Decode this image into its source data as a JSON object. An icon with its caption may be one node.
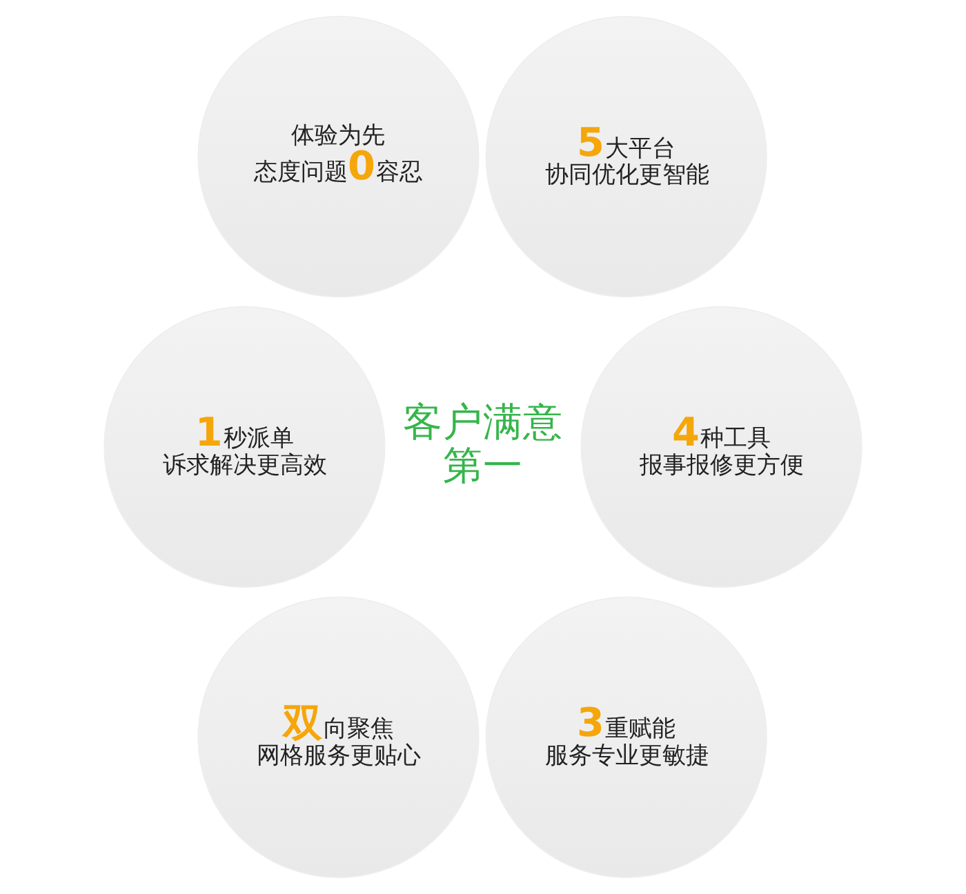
{
  "diagram": {
    "nodes": [
      {
        "text": [
          "体验为先",
          "态度问题**0**容忍"
        ]
      },
      {
        "text": [
          "**5**大平台",
          "协同优化更智能"
        ]
      },
      {
        "text": [
          "**1**秒派单",
          "诉求解决更高效"
        ]
      },
      {
        "text": [
          "**4**种工具",
          "报事报修更方便"
        ]
      },
      {
        "text": [
          "**双**向聚焦",
          "网格服务更贴心"
        ]
      },
      {
        "text": [
          "**3**重赋能",
          "服务专业更敏捷"
        ]
      }
    ],
    "labels": [
      "客户满意第一"
    ]
  }
}
